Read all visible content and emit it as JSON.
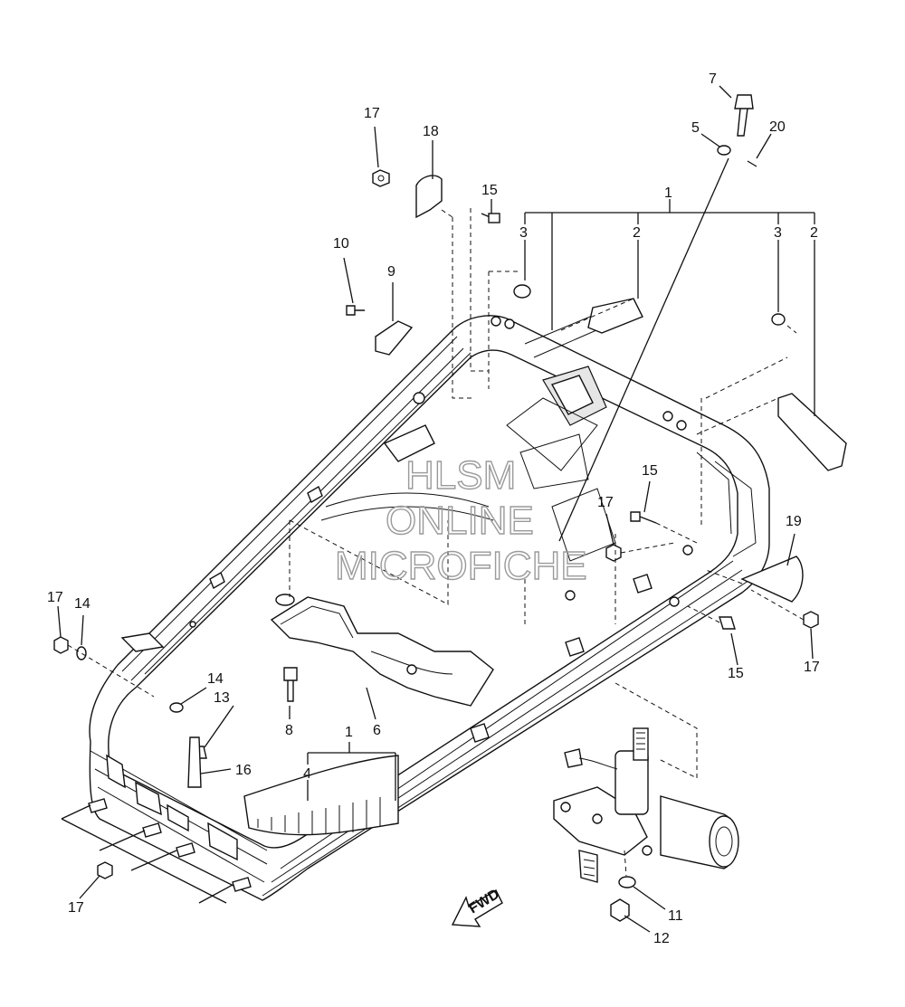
{
  "watermark": {
    "line1": "HLSM",
    "line2": "ONLINE",
    "line3": "MICROFICHE"
  },
  "fwd_label": "FWD",
  "callouts": {
    "c1_top": "1",
    "c1_bottom": "1",
    "c2_a": "2",
    "c2_b": "2",
    "c3_a": "3",
    "c3_b": "3",
    "c4": "4",
    "c5": "5",
    "c6": "6",
    "c7": "7",
    "c8": "8",
    "c9": "9",
    "c10": "10",
    "c11": "11",
    "c12": "12",
    "c13": "13",
    "c14_a": "14",
    "c14_b": "14",
    "c15_a": "15",
    "c15_b": "15",
    "c15_c": "15",
    "c16": "16",
    "c17_a": "17",
    "c17_b": "17",
    "c17_c": "17",
    "c17_d": "17",
    "c17_e": "17",
    "c18": "18",
    "c19": "19",
    "c20": "20"
  }
}
